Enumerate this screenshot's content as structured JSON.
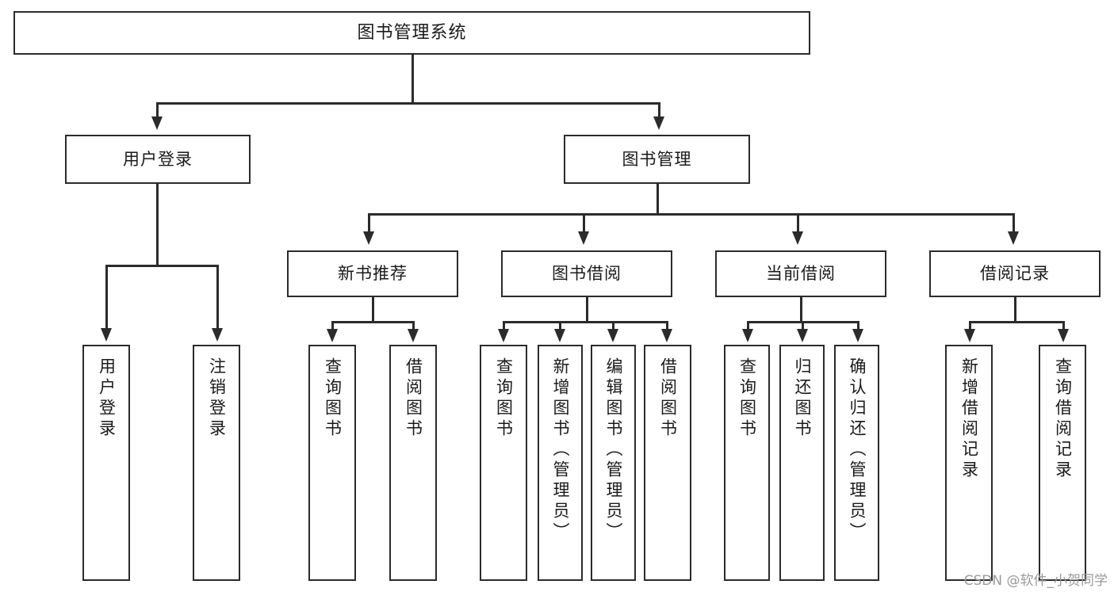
{
  "diagram": {
    "type": "tree-hierarchy",
    "title": "图书管理系统",
    "root": {
      "label": "图书管理系统"
    },
    "level2": [
      {
        "id": "user-login",
        "label": "用户登录"
      },
      {
        "id": "book-manage",
        "label": "图书管理"
      }
    ],
    "level3": [
      {
        "id": "new-book-recommend",
        "label": "新书推荐",
        "parent": "book-manage"
      },
      {
        "id": "book-borrow",
        "label": "图书借阅",
        "parent": "book-manage"
      },
      {
        "id": "current-borrow",
        "label": "当前借阅",
        "parent": "book-manage"
      },
      {
        "id": "borrow-record",
        "label": "借阅记录",
        "parent": "book-manage"
      }
    ],
    "leaves": [
      {
        "id": "leaf-user-login",
        "label": "用户登录",
        "parent": "user-login"
      },
      {
        "id": "leaf-user-logout",
        "label": "注销登录",
        "parent": "user-login"
      },
      {
        "id": "leaf-query-book-1",
        "label": "查询图书",
        "parent": "new-book-recommend"
      },
      {
        "id": "leaf-borrow-book-1",
        "label": "借阅图书",
        "parent": "new-book-recommend"
      },
      {
        "id": "leaf-query-book-2",
        "label": "查询图书",
        "parent": "book-borrow"
      },
      {
        "id": "leaf-add-book",
        "label": "新增图书（管理员）",
        "parent": "book-borrow"
      },
      {
        "id": "leaf-edit-book",
        "label": "编辑图书（管理员）",
        "parent": "book-borrow"
      },
      {
        "id": "leaf-borrow-book-2",
        "label": "借阅图书",
        "parent": "book-borrow"
      },
      {
        "id": "leaf-query-book-3",
        "label": "查询图书",
        "parent": "current-borrow"
      },
      {
        "id": "leaf-return-book",
        "label": "归还图书",
        "parent": "current-borrow"
      },
      {
        "id": "leaf-confirm-return",
        "label": "确认归还（管理员）",
        "parent": "current-borrow"
      },
      {
        "id": "leaf-add-record",
        "label": "新增借阅记录",
        "parent": "borrow-record"
      },
      {
        "id": "leaf-query-record",
        "label": "查询借阅记录",
        "parent": "borrow-record"
      }
    ]
  },
  "watermark": {
    "text": "CSDN @软件_小贺同学"
  },
  "colors": {
    "border": "#2b2b2b",
    "background": "#ffffff",
    "text": "#1a1a1a",
    "watermark": "#9a9a9a"
  }
}
